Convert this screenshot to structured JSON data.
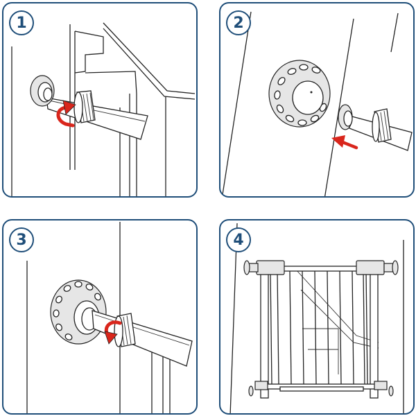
{
  "steps": [
    {
      "number": "1",
      "icon": "rotate-arrow-icon"
    },
    {
      "number": "2",
      "icon": "push-arrow-icon"
    },
    {
      "number": "3",
      "icon": "rotate-arrow-icon"
    },
    {
      "number": "4",
      "icon": "safety-gate"
    }
  ],
  "colors": {
    "frame": "#1f4e79",
    "arrow": "#d9261c",
    "line": "#222222"
  }
}
